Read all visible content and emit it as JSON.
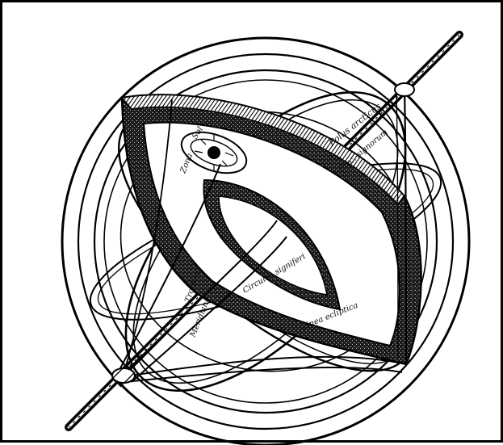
{
  "labels": {
    "polus_arcticus": "Polus arcticus",
    "circulus_top": "Circ. signorum",
    "zodiac_inner": "Zona",
    "sol_label": "Sol",
    "circulus_middle": "Circulus signiferi",
    "linea": "Linea ecliptica",
    "lower_left": "Meridiani",
    "lower_left2": "Tropicus"
  },
  "colors": {
    "ink": "#000000",
    "paper": "#ffffff"
  }
}
